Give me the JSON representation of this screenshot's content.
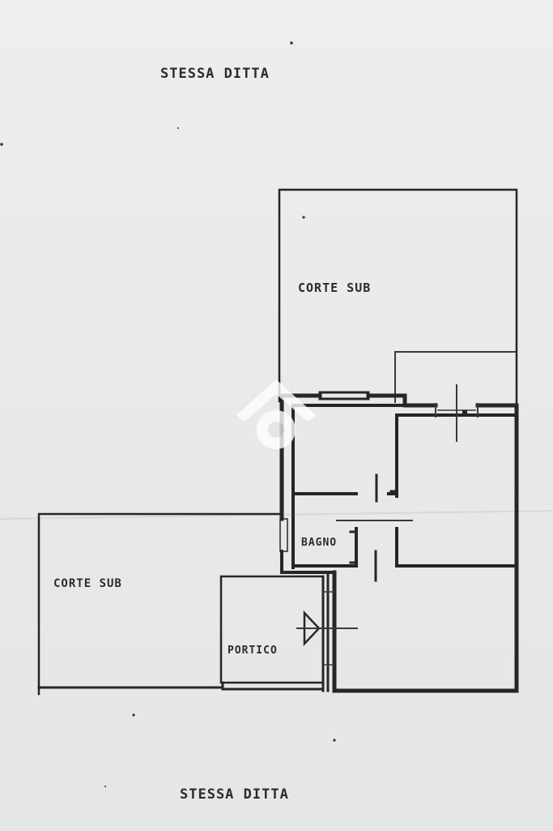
{
  "labels": {
    "top_note": "STESSA DITTA",
    "bottom_note": "STESSA DITTA",
    "courtyard_sub": "CORTE SUB",
    "courtyard_sub_left": "CORTE SUB",
    "bathroom": "BAGNO",
    "porch": "PORTICO"
  },
  "watermark": {
    "icon": "house-logo-icon",
    "color": "#ffffff"
  },
  "colors": {
    "paper": "#eceeef",
    "ink": "#262626"
  }
}
